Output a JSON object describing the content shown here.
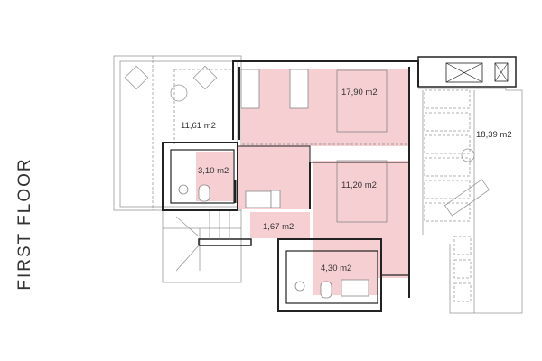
{
  "title": "FIRST FLOOR",
  "colors": {
    "room_fill": "#f6cfd2",
    "wall": "#222222",
    "line": "#888888"
  },
  "rooms": [
    {
      "name": "terrace-left",
      "area": "11,61 m2"
    },
    {
      "name": "master-bedroom",
      "area": "17,90 m2"
    },
    {
      "name": "terrace-right",
      "area": "18,39 m2"
    },
    {
      "name": "bathroom-small",
      "area": "3,10 m2"
    },
    {
      "name": "bedroom-2",
      "area": "11,20 m2"
    },
    {
      "name": "landing",
      "area": "1,67 m2"
    },
    {
      "name": "bathroom-2",
      "area": "4,30 m2"
    }
  ]
}
